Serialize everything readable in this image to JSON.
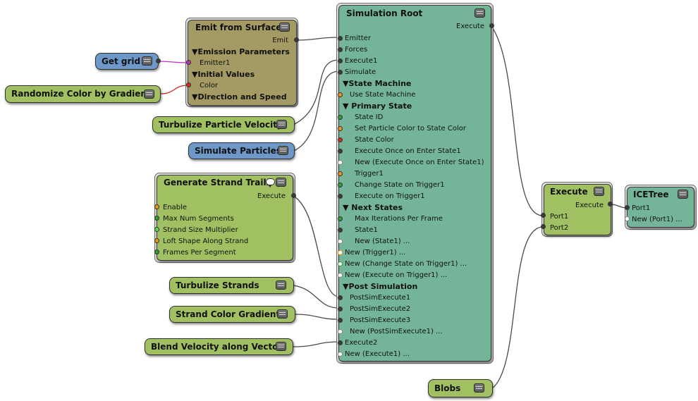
{
  "colors": {
    "port_green": "#2f9e3a",
    "port_dark": "#3b3b3b",
    "port_orange": "#f0961e",
    "port_red": "#d62a1c",
    "port_magenta": "#c030c0",
    "port_lime": "#58e058",
    "port_hollow": "#ffffff",
    "node_olive": "#a39b63",
    "node_green": "#a0c062",
    "node_teal": "#74b59a",
    "node_blue": "#6e98c8"
  },
  "nodes": {
    "emit_surface": {
      "title": "Emit from Surface",
      "out": "Emit",
      "rows": [
        "▼Emission Parameters",
        "Emitter1",
        "▼Initial Values",
        "Color",
        "▼Direction and Speed"
      ]
    },
    "simulation_root": {
      "title": "Simulation Root",
      "out": "Execute",
      "rows": [
        "Emitter",
        "Forces",
        "Execute1",
        "Simulate",
        "▼State Machine",
        "Use State Machine",
        "▼  Primary State",
        "State ID",
        "Set Particle Color to State Color",
        "State Color",
        "Execute Once on Enter State1",
        "New (Execute Once on Enter State1)",
        "Trigger1",
        "Change State on Trigger1",
        "Execute on Trigger1",
        "▼  Next States",
        "Max Iterations Per Frame",
        "State1",
        "New (State1) ...",
        "New (Trigger1) ...",
        "New (Change State on Trigger1) ...",
        "New (Execute on Trigger1) ...",
        "▼Post Simulation",
        "PostSimExecute1",
        "PostSimExecute2",
        "PostSimExecute3",
        "New (PostSimExecute1) ...",
        "Execute2",
        "New (Execute1) ..."
      ]
    },
    "strand_trails": {
      "title": "Generate Strand Trails",
      "out": "Execute",
      "rows": [
        "Enable",
        "Max Num Segments",
        "Strand Size Multiplier",
        "Loft Shape Along Strand",
        "Frames Per Segment"
      ]
    },
    "execute": {
      "title": "Execute",
      "out": "Execute",
      "rows": [
        "Port1",
        "Port2"
      ]
    },
    "icetree": {
      "title": "ICETree",
      "rows": [
        "Port1",
        "New (Port1) ..."
      ]
    },
    "get_grid": {
      "title": "Get grid"
    },
    "randomize_color": {
      "title": "Randomize Color by Gradient"
    },
    "turbulize_velocity": {
      "title": "Turbulize Particle Velocity"
    },
    "simulate_particles": {
      "title": "Simulate Particles"
    },
    "turbulize_strands": {
      "title": "Turbulize Strands"
    },
    "strand_color": {
      "title": "Strand Color Gradient"
    },
    "blend_velocity": {
      "title": "Blend Velocity along Vector"
    },
    "blobs": {
      "title": "Blobs"
    }
  }
}
